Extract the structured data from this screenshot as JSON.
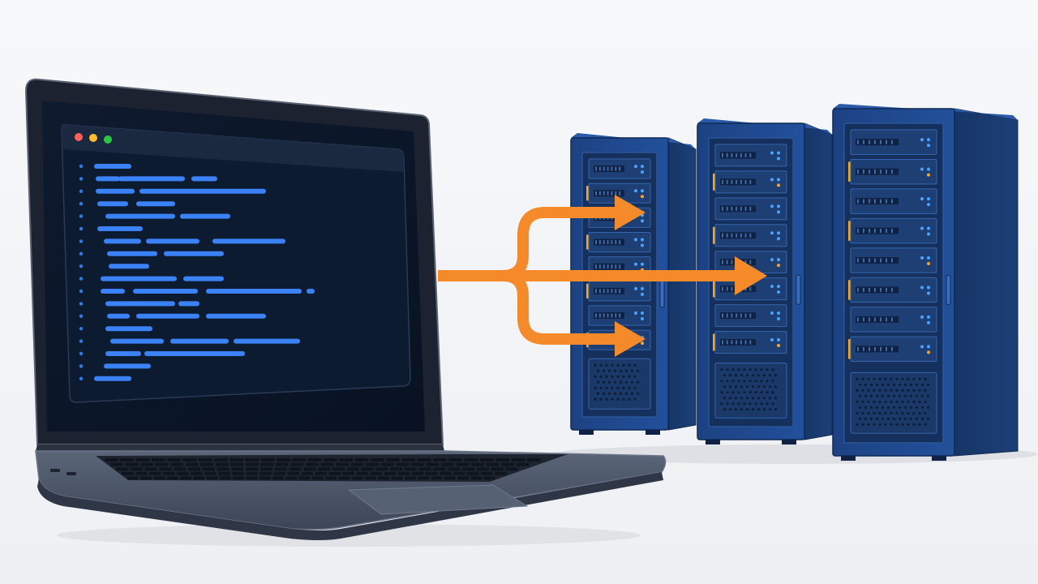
{
  "colors": {
    "background": "#f4f5f7",
    "laptop_body": "#4a5568",
    "laptop_screen": "#0a1526",
    "code_line": "#3b82f6",
    "arrow": "#f58a2a",
    "server_body": "#1e4585",
    "server_bay": "#17325f",
    "status_blue": "#4aa3ff",
    "status_orange": "#f5a623",
    "window_red": "#ff5f57",
    "window_yellow": "#febc2e",
    "window_green": "#28c840"
  },
  "laptop": {
    "code_lines": 18
  },
  "servers": {
    "count": 3,
    "drive_bays_per_rack": 8
  },
  "arrows": {
    "branches": 3
  }
}
